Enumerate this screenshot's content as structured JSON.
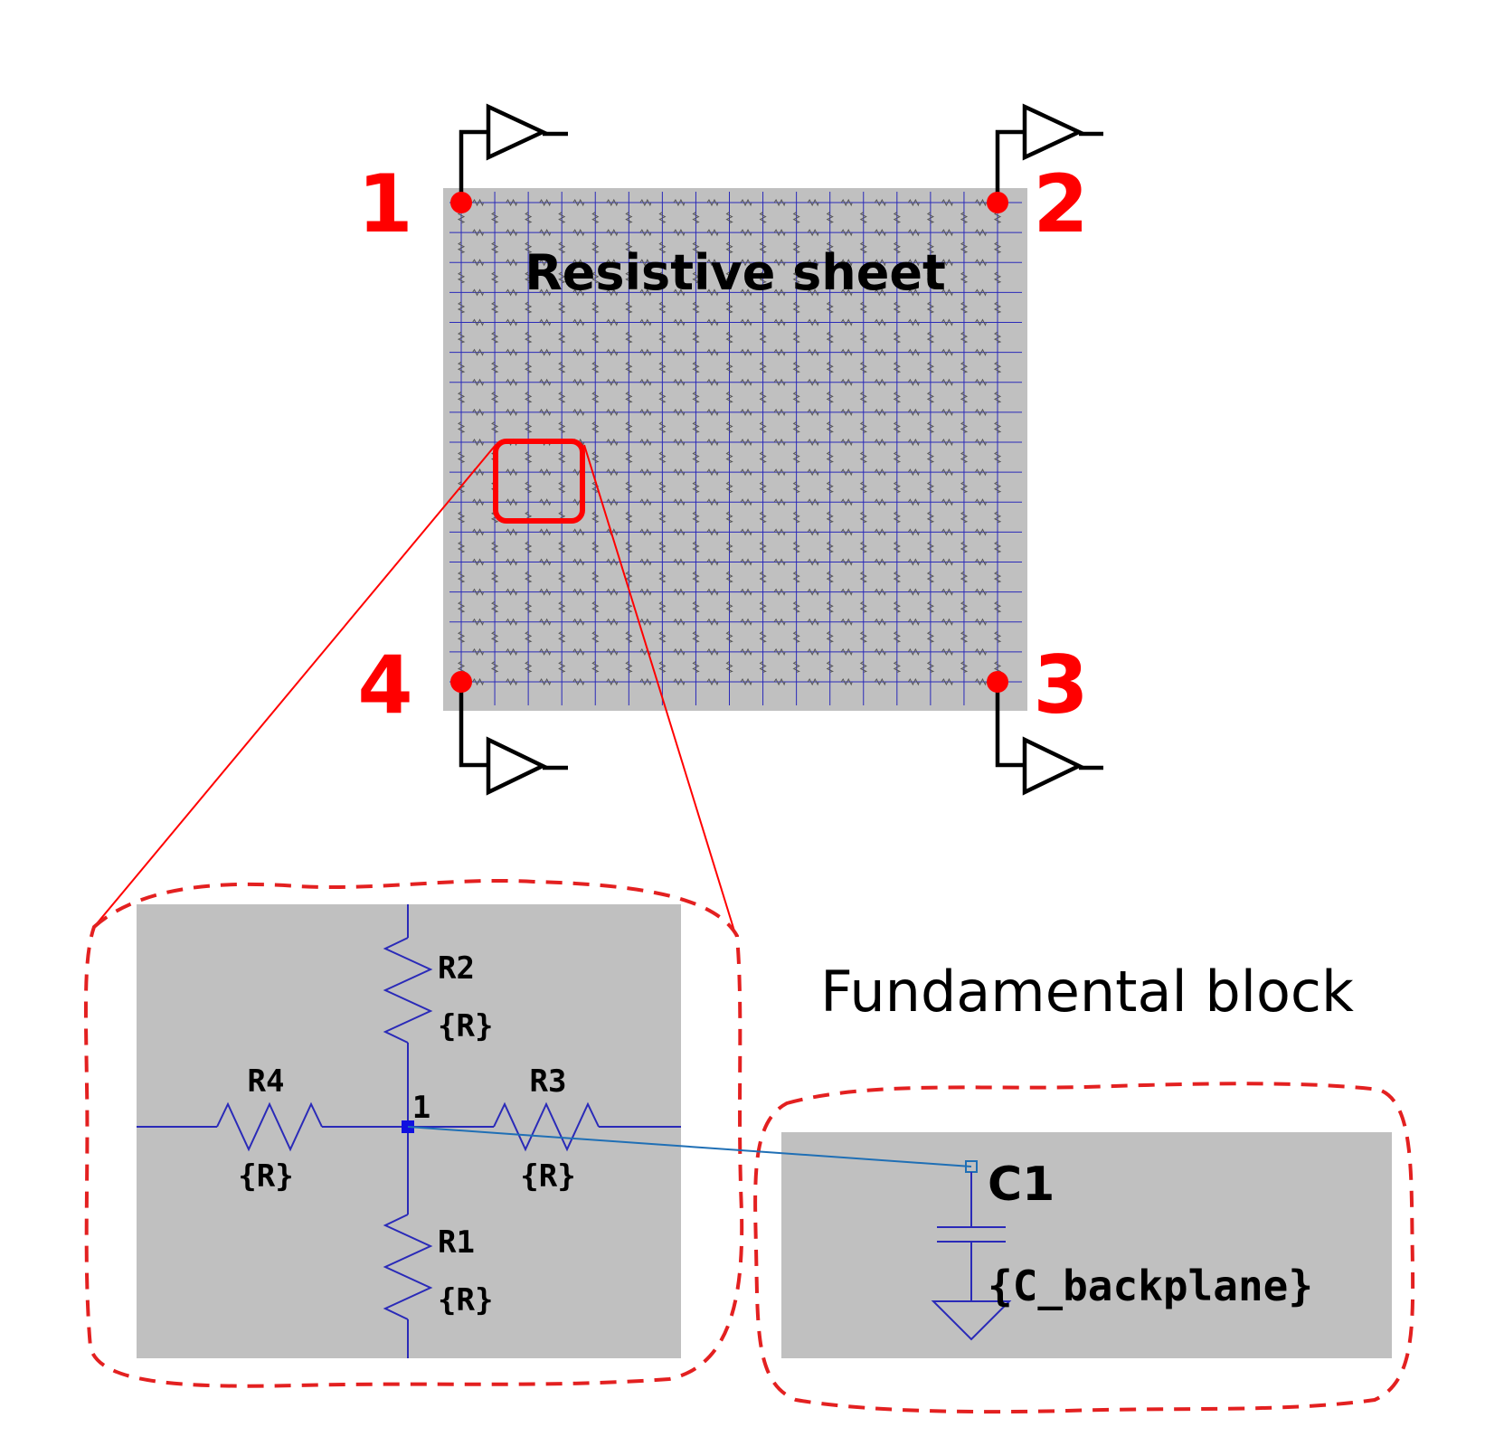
{
  "sheet": {
    "title": "Resistive sheet",
    "corners": [
      "1",
      "2",
      "3",
      "4"
    ],
    "grid_cells": 16
  },
  "fundamental_block": {
    "title": "Fundamental block",
    "node": "1",
    "resistors": [
      {
        "name": "R2",
        "value": "{R}"
      },
      {
        "name": "R4",
        "value": "{R}"
      },
      {
        "name": "R3",
        "value": "{R}"
      },
      {
        "name": "R1",
        "value": "{R}"
      }
    ],
    "capacitor": {
      "name": "C1",
      "value": "{C_backplane}"
    }
  },
  "colors": {
    "accent": "#ff0000",
    "wire": "#2a2ab8",
    "link": "#1f6fb5",
    "panel": "#c0c0c0"
  }
}
